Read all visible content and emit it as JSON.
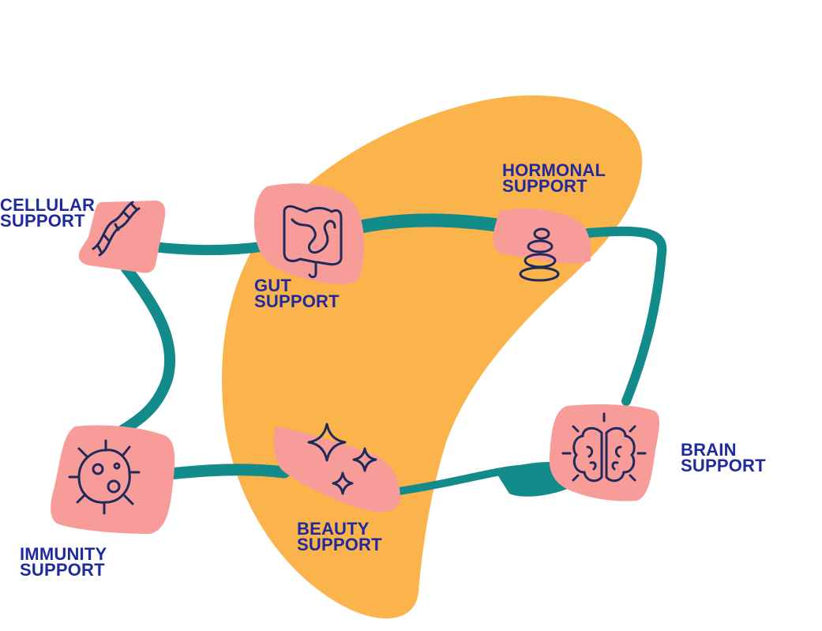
{
  "colors": {
    "background": "#ffffff",
    "blob": "#fbb34b",
    "connector": "#138b8b",
    "node_fill": "#f89c99",
    "icon_stroke": "#1f2a5c",
    "label_text": "#1f2a9e"
  },
  "nodes": [
    {
      "id": "cellular",
      "icon": "dna-icon",
      "label_line1": "CELLULAR",
      "label_line2": "SUPPORT"
    },
    {
      "id": "gut",
      "icon": "intestine-icon",
      "label_line1": "GUT",
      "label_line2": "SUPPORT"
    },
    {
      "id": "hormonal",
      "icon": "balance-stones-icon",
      "label_line1": "HORMONAL",
      "label_line2": "SUPPORT"
    },
    {
      "id": "brain",
      "icon": "brain-icon",
      "label_line1": "BRAIN",
      "label_line2": "SUPPORT"
    },
    {
      "id": "beauty",
      "icon": "sparkles-icon",
      "label_line1": "BEAUTY",
      "label_line2": "SUPPORT"
    },
    {
      "id": "immunity",
      "icon": "germ-icon",
      "label_line1": "IMMUNITY",
      "label_line2": "SUPPORT"
    }
  ],
  "connections": [
    [
      "cellular",
      "gut"
    ],
    [
      "gut",
      "hormonal"
    ],
    [
      "hormonal",
      "brain"
    ],
    [
      "brain",
      "beauty"
    ],
    [
      "beauty",
      "immunity"
    ],
    [
      "immunity",
      "cellular"
    ]
  ]
}
